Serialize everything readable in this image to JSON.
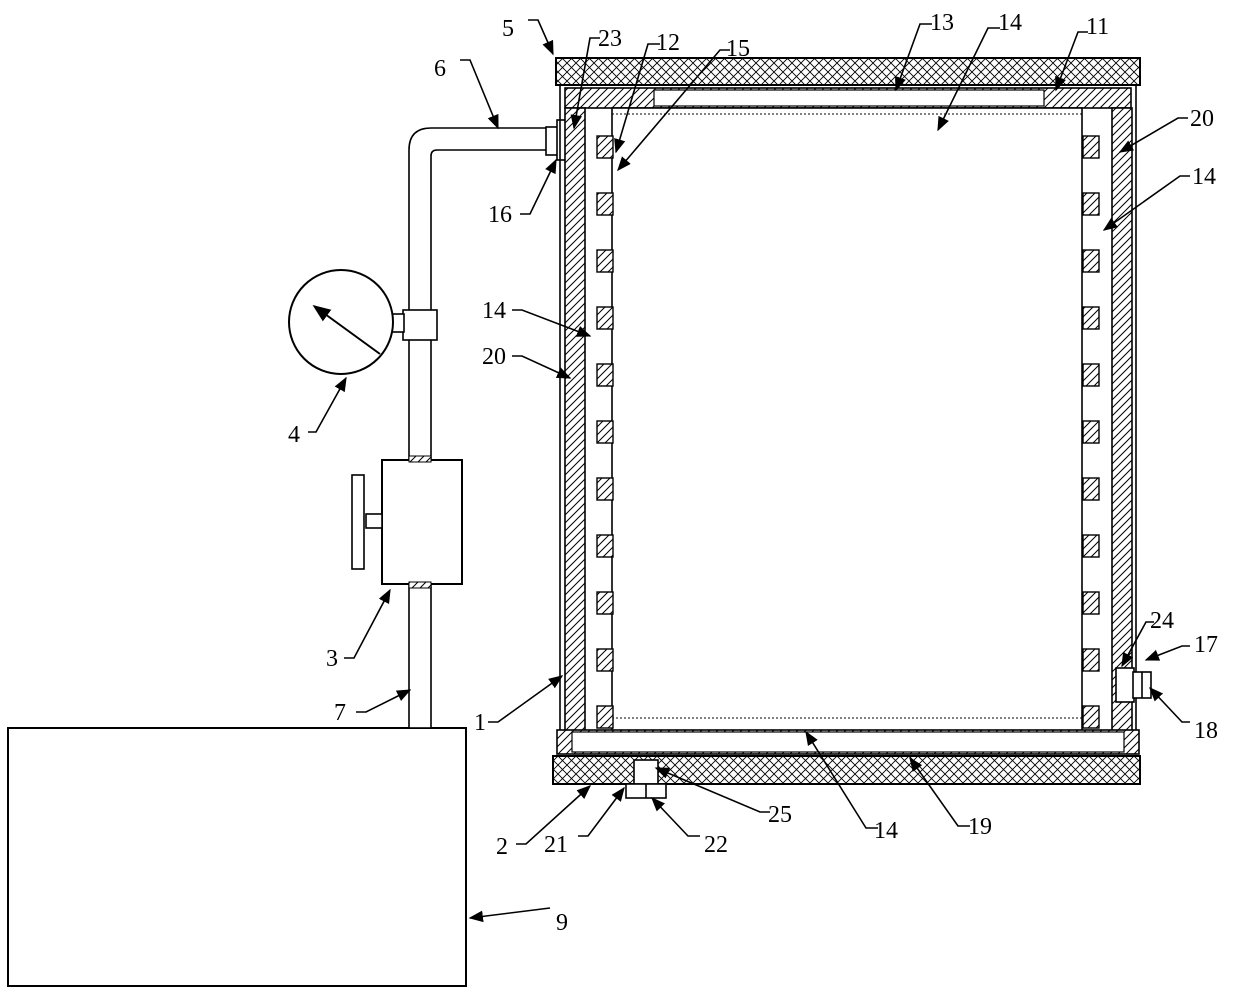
{
  "labels": {
    "l1": "1",
    "l2": "2",
    "l3": "3",
    "l4": "4",
    "l5": "5",
    "l6": "6",
    "l7": "7",
    "l9": "9",
    "l11": "11",
    "l12": "12",
    "l13": "13",
    "l14a": "14",
    "l14b": "14",
    "l14c": "14",
    "l14d": "14",
    "l15": "15",
    "l16": "16",
    "l17": "17",
    "l18": "18",
    "l19": "19",
    "l20a": "20",
    "l20b": "20",
    "l21": "21",
    "l22": "22",
    "l23": "23",
    "l24": "24",
    "l25": "25"
  }
}
